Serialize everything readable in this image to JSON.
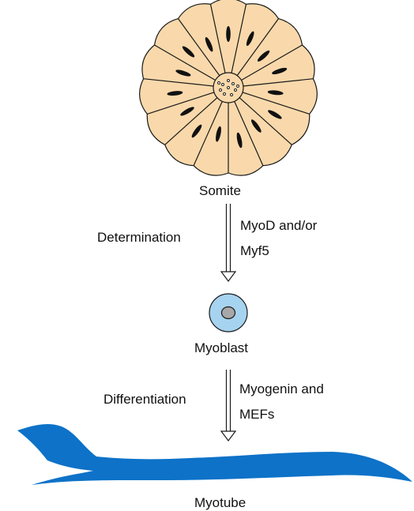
{
  "stages": {
    "somite": "Somite",
    "myoblast": "Myoblast",
    "myotube": "Myotube"
  },
  "transitions": {
    "determination": {
      "process": "Determination",
      "factors_line1": "MyoD and/or",
      "factors_line2": "Myf5"
    },
    "differentiation": {
      "process": "Differentiation",
      "factors_line1": "Myogenin and",
      "factors_line2": "MEFs"
    }
  },
  "colors": {
    "somite_fill": "#f9d9ab",
    "cell_outline": "#1a1a1a",
    "myoblast_fill": "#a6d3ef",
    "nucleus_fill": "#a8a8a8",
    "myotube_fill": "#0d72c8"
  }
}
